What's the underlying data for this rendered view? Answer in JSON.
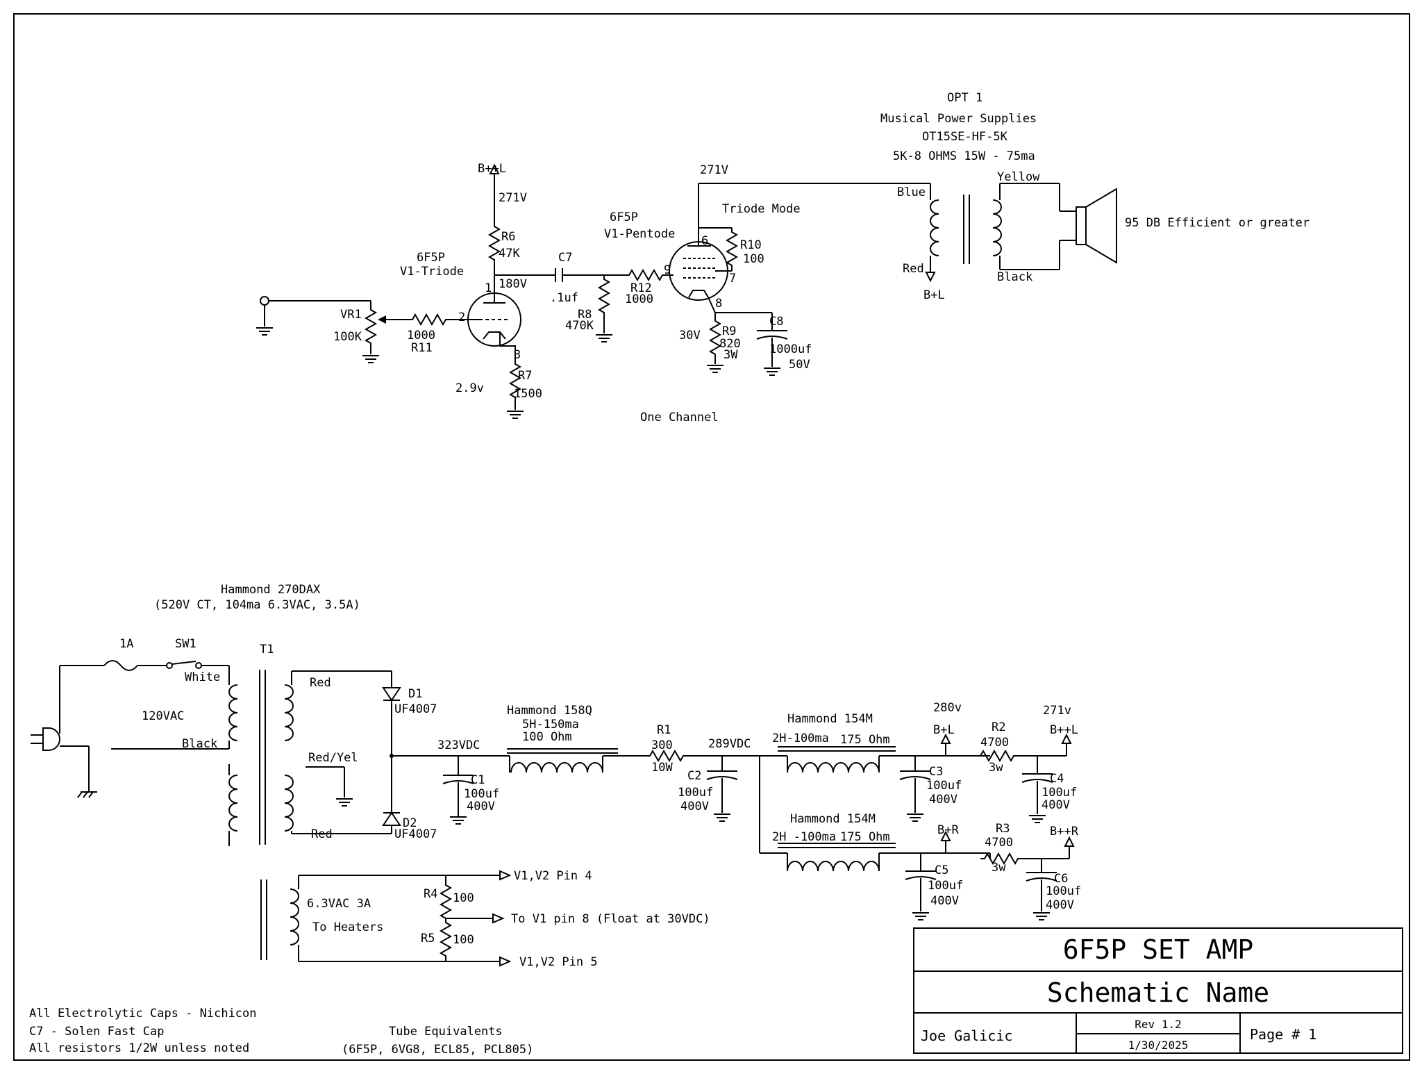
{
  "preamp": {
    "tube": [
      "6F5P",
      "V1-Triode"
    ],
    "bpp": "B++L",
    "bpp_v": "271V",
    "r6": [
      "R6",
      "47K"
    ],
    "plate_v": "180V",
    "pin1": "1",
    "pin2": "2",
    "pin3": "3",
    "vr1": [
      "VR1",
      "100K"
    ],
    "r11": [
      "1000",
      "R11"
    ],
    "r7": [
      "R7",
      "1500"
    ],
    "cath_v": "2.9v",
    "c7": [
      "C7",
      ".1uf"
    ],
    "r8": [
      "R8",
      "470K"
    ],
    "r12": [
      "R12",
      "1000"
    ]
  },
  "output": {
    "tube": [
      "6F5P",
      "V1-Pentode"
    ],
    "mode": "Triode Mode",
    "plate_v": "271V",
    "r10": [
      "R10",
      "100"
    ],
    "pins": [
      "6",
      "7",
      "8",
      "9"
    ],
    "r9": [
      "R9",
      "820",
      "3W"
    ],
    "cath_v": "30V",
    "c8": [
      "C8",
      "1000uf",
      "50V"
    ],
    "channel": "One Channel",
    "opt": [
      "OPT 1",
      "Musical Power Supplies",
      "OT15SE-HF-5K",
      "5K-8 OHMS  15W - 75ma"
    ],
    "wires": {
      "blue": "Blue",
      "red": "Red",
      "yellow": "Yellow",
      "black": "Black"
    },
    "bl": "B+L",
    "speaker": "95 DB Efficient or greater"
  },
  "psu": {
    "pt": [
      "Hammond 270DAX",
      "(520V CT, 104ma 6.3VAC, 3.5A)"
    ],
    "t1": "T1",
    "fuse": "1A",
    "sw1": "SW1",
    "white": "White",
    "vac": "120VAC",
    "black": "Black",
    "red1": "Red",
    "redyel": "Red/Yel",
    "red2": "Red",
    "d1": [
      "D1",
      "UF4007"
    ],
    "d2": [
      "D2",
      "UF4007"
    ],
    "v323": "323VDC",
    "choke1": [
      "Hammond 158Q",
      "5H-150ma",
      "100 Ohm"
    ],
    "c1": [
      "C1",
      "100uf",
      "400V"
    ],
    "r1": [
      "R1",
      "300",
      "10W"
    ],
    "c2": [
      "C2",
      "100uf",
      "400V"
    ],
    "v289": "289VDC",
    "choke2": [
      "Hammond 154M",
      "2H-100ma",
      "175 Ohm"
    ],
    "choke3": [
      "Hammond 154M",
      "2H -100ma",
      "175 Ohm"
    ],
    "v280": "280v",
    "bl": "B+L",
    "br": "B+R",
    "c3": [
      "C3",
      "100uf",
      "400V"
    ],
    "r2": [
      "R2",
      "4700",
      "3w"
    ],
    "v271": "271v",
    "bppl": "B++L",
    "c4": [
      "C4",
      "100uf",
      "400V"
    ],
    "c5": [
      "C5",
      "100uf",
      "400V"
    ],
    "r3": [
      "R3",
      "4700",
      "3w"
    ],
    "bppr": "B++R",
    "c6": [
      "C6",
      "100uf",
      "400V"
    ],
    "heater": [
      "6.3VAC 3A",
      "To Heaters"
    ],
    "r4": [
      "R4",
      "100"
    ],
    "r5": [
      "R5",
      "100"
    ],
    "pin4": "V1,V2 Pin 4",
    "pin8": "To V1 pin 8 (Float at 30VDC)",
    "pin5": "V1,V2 Pin 5"
  },
  "notes": [
    "All Electrolytic Caps - Nichicon",
    "C7 - Solen Fast Cap",
    "All resistors 1/2W unless noted"
  ],
  "equiv": [
    "Tube Equivalents",
    "(6F5P, 6VG8, ECL85, PCL805)"
  ],
  "title_block": {
    "title": "6F5P SET AMP",
    "name": "Schematic Name",
    "author": "Joe Galicic",
    "rev": "Rev 1.2",
    "date": "1/30/2025",
    "page": "Page # 1"
  }
}
